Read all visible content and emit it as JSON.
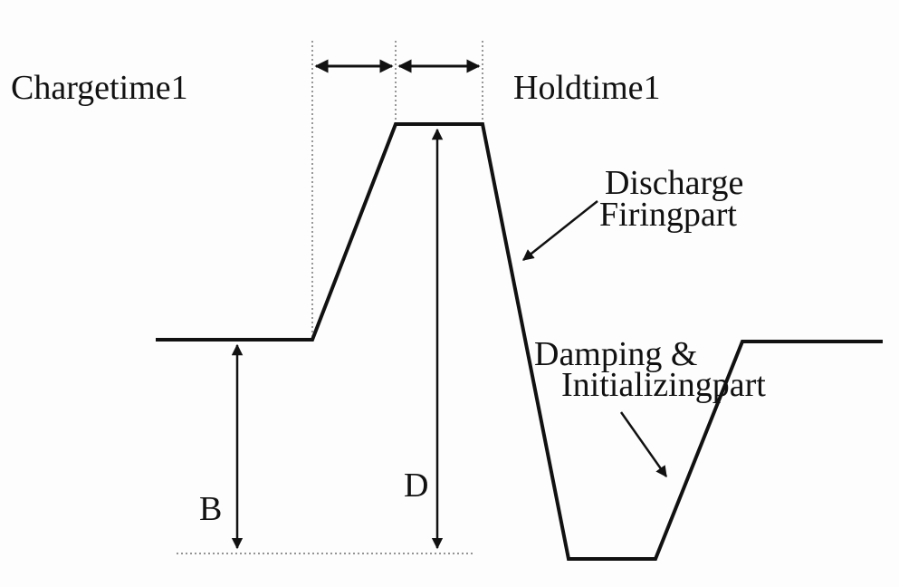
{
  "labels": {
    "chargetime": "Chargetime1",
    "holdtime": "Holdtime1",
    "discharge_line1": "Discharge",
    "discharge_line2": "Firingpart",
    "damping_line1": "Damping &",
    "damping_line2": "Initializingpart",
    "b": "B",
    "d": "D"
  },
  "colors": {
    "ink": "#111111",
    "guide": "#555555"
  }
}
